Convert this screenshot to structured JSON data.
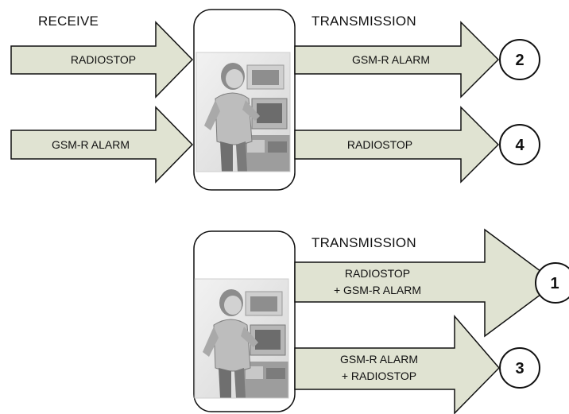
{
  "headings": {
    "receive": "RECEIVE",
    "transmission_top": "TRANSMISSION",
    "transmission_bottom": "TRANSMISSION"
  },
  "arrows": {
    "rx1": {
      "label": "RADIOSTOP"
    },
    "rx2": {
      "label": "GSM-R ALARM"
    },
    "tx1": {
      "label": "GSM-R ALARM",
      "target": "2"
    },
    "tx2": {
      "label": "RADIOSTOP",
      "target": "4"
    },
    "tx3": {
      "line1": "RADIOSTOP",
      "line2": "+ GSM-R ALARM",
      "target": "1"
    },
    "tx4": {
      "line1": "GSM-R ALARM",
      "line2": "+ RADIOSTOP",
      "target": "3"
    }
  },
  "colors": {
    "arrow_fill": "#e0e3d2",
    "outline": "#111111",
    "text": "#111111"
  },
  "icons": {
    "device_photo": "person-at-workstation-photo"
  }
}
